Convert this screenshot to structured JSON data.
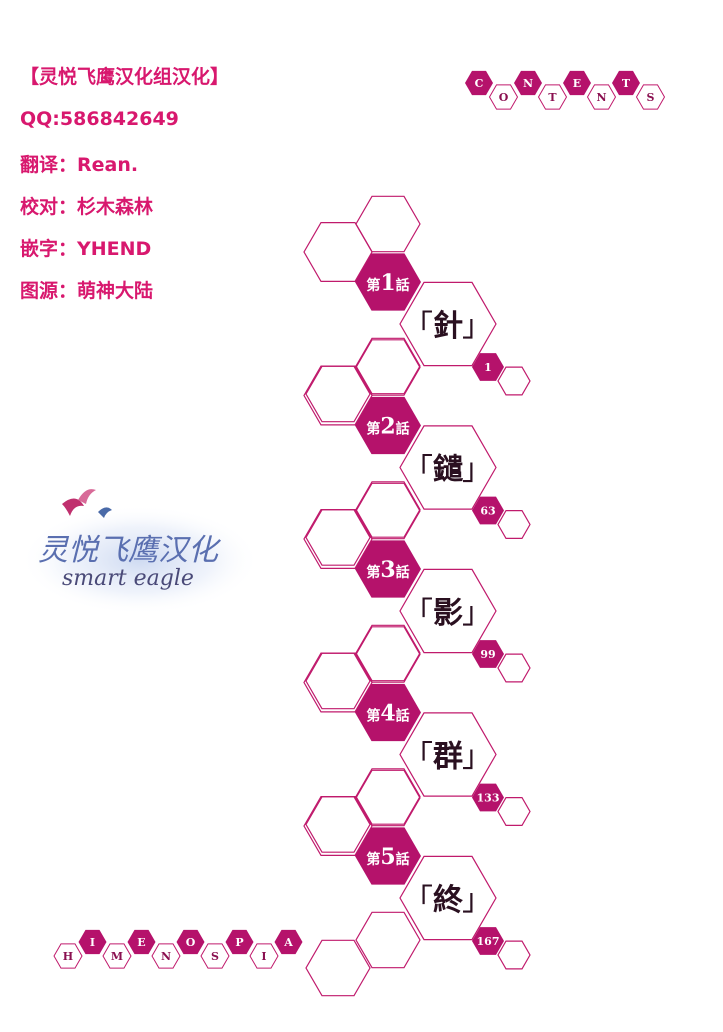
{
  "credits": [
    {
      "text": "【灵悦飞鹰汉化组汉化】"
    },
    {
      "text": "QQ:586842649"
    },
    {
      "text": "翻译：Rean."
    },
    {
      "text": "校对：杉木森林"
    },
    {
      "text": "嵌字：YHEND"
    },
    {
      "text": "图源：萌神大陆"
    }
  ],
  "contents_header": {
    "letters": [
      "C",
      "O",
      "N",
      "T",
      "E",
      "N",
      "T",
      "S"
    ]
  },
  "chapters": [
    {
      "label_prefix": "第",
      "number": "1",
      "label_suffix": "話",
      "title": "針",
      "page": "1"
    },
    {
      "label_prefix": "第",
      "number": "2",
      "label_suffix": "話",
      "title": "鑓",
      "page": "63"
    },
    {
      "label_prefix": "第",
      "number": "3",
      "label_suffix": "話",
      "title": "影",
      "page": "99"
    },
    {
      "label_prefix": "第",
      "number": "4",
      "label_suffix": "話",
      "title": "群",
      "page": "133"
    },
    {
      "label_prefix": "第",
      "number": "5",
      "label_suffix": "話",
      "title": "終",
      "page": "167"
    }
  ],
  "bracket_open": "「",
  "bracket_close": "」",
  "footer_title": {
    "letters": [
      "H",
      "I",
      "M",
      "E",
      "N",
      "O",
      "S",
      "P",
      "I",
      "A"
    ]
  },
  "logo": {
    "chinese": "灵悦飞鹰汉化",
    "english": "smart eagle"
  },
  "colors": {
    "accent": "#b5126b",
    "credit_text": "#d8186e"
  }
}
